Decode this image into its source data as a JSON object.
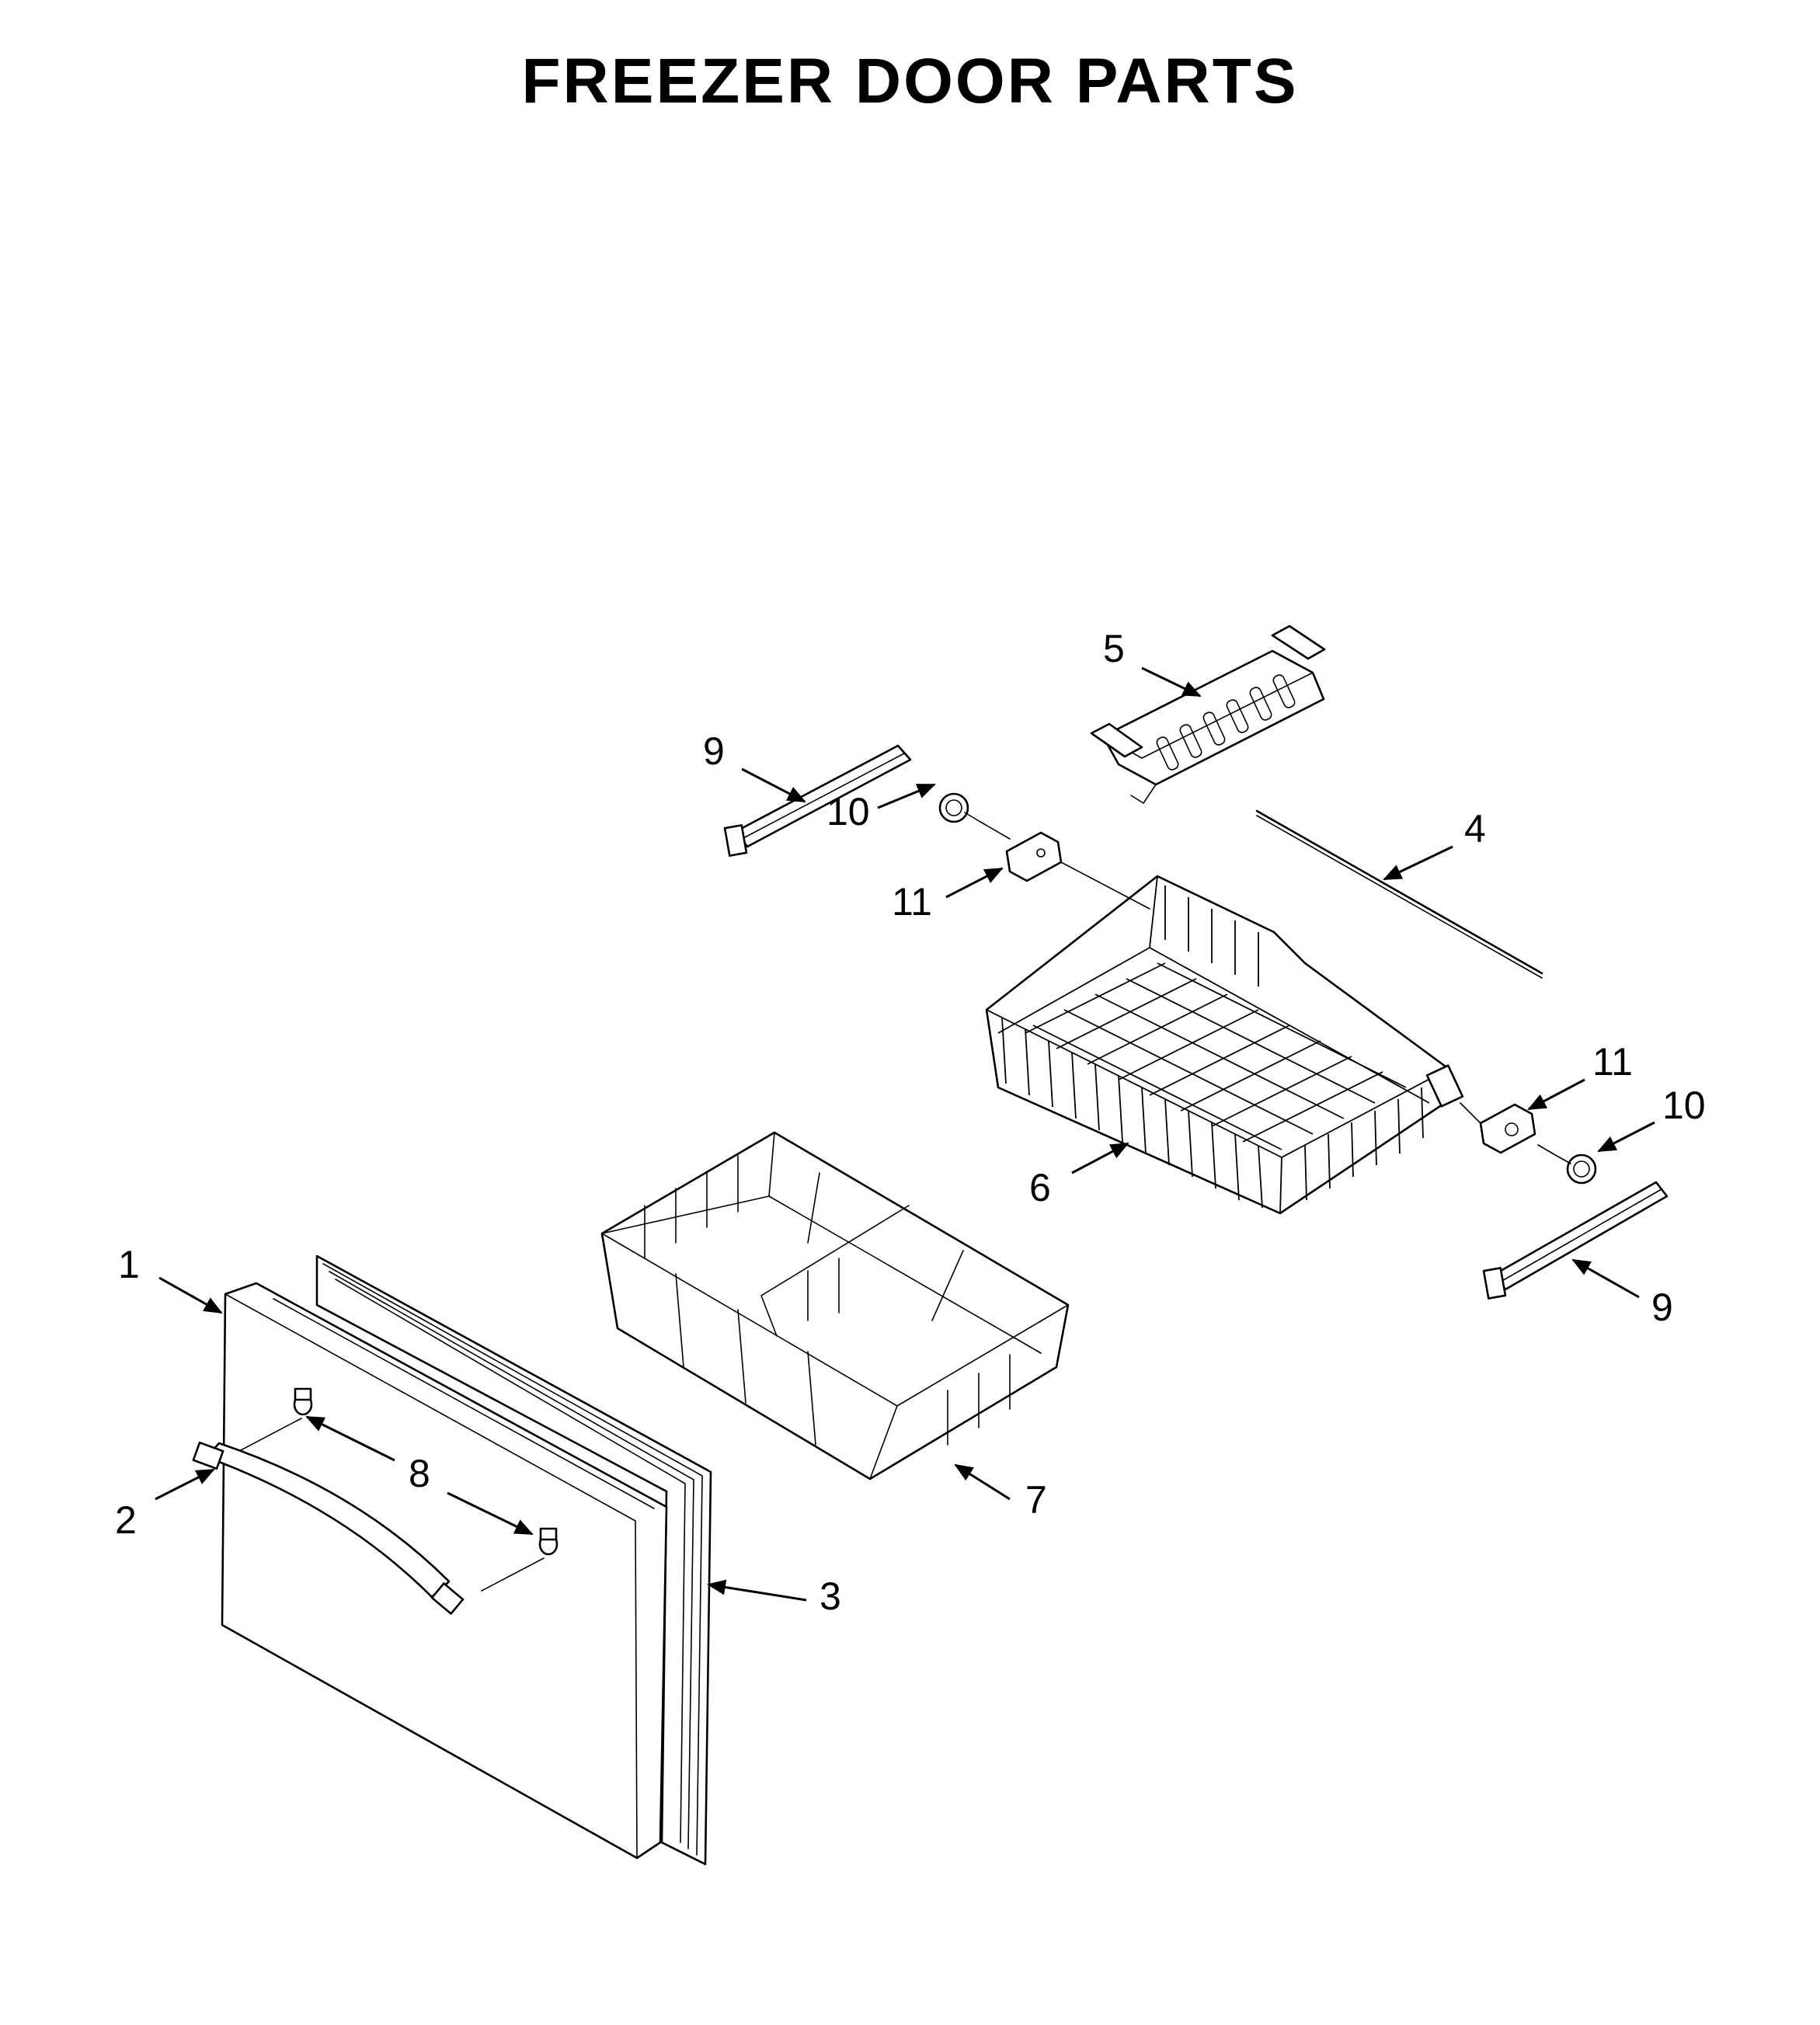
{
  "title": "FREEZER DOOR PARTS",
  "callouts": {
    "c1": "1",
    "c2": "2",
    "c3": "3",
    "c4": "4",
    "c5": "5",
    "c6": "6",
    "c7": "7",
    "c8": "8",
    "c9a": "9",
    "c9b": "9",
    "c10a": "10",
    "c10b": "10",
    "c11a": "11",
    "c11b": "11"
  },
  "colors": {
    "ink": "#000000",
    "paper": "#ffffff"
  }
}
